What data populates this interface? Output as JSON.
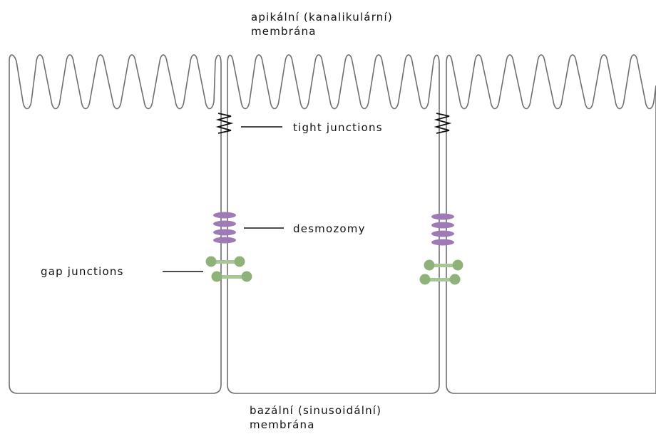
{
  "labels": {
    "apical_line1": "apikální (kanalikulární)",
    "apical_line2": "membrána",
    "tight_junctions": "tight junctions",
    "desmosomes": "desmozomy",
    "gap_junctions": "gap junctions",
    "basal_line1": "bazální (sinusoidální)",
    "basal_line2": "membrána"
  },
  "colors": {
    "membrane": "#6f6f6f",
    "tight_junction": "#111111",
    "desmosome": "#a07ab4",
    "gap_junction": "#8eb27a",
    "leader": "#111111"
  }
}
